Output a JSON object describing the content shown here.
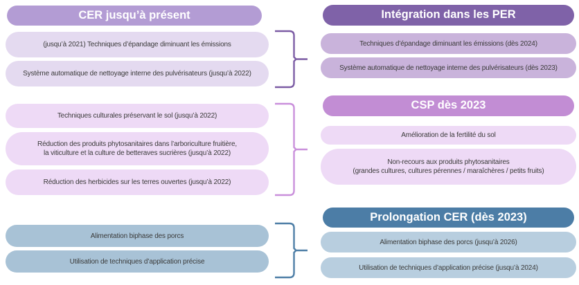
{
  "palette": {
    "left_header_bg": "#b39cd4",
    "per_header_bg": "#7f62a8",
    "csp_header_bg": "#c28dd4",
    "cer_header_bg": "#4c7da6",
    "left_per_box_bg": "#e4daf0",
    "left_csp_box_bg": "#eedaf6",
    "left_cer_box_bg": "#a8c2d6",
    "right_per_box_bg": "#c9b3db",
    "right_csp_box_bg": "#eedaf6",
    "right_cer_box_bg": "#b8cedf",
    "brace_per": "#7b5ba4",
    "brace_csp": "#c98fdb",
    "brace_cer": "#4c7da6",
    "box_text": "#3a3a39",
    "header_text": "#ffffff"
  },
  "left_column": {
    "header": "CER jusqu’à présent",
    "group_per": {
      "items": [
        "(jusqu’à 2021) Techniques d’épandage diminuant les émissions",
        "Système automatique de nettoyage interne des pulvérisateurs (jusqu’à 2022)"
      ]
    },
    "group_csp": {
      "items": [
        "Techniques culturales préservant le sol (jusqu’à 2022)",
        "Réduction des produits phytosanitaires dans l’arboriculture fruitière,\nla viticulture et la culture de betteraves sucrières (jusqu’à 2022)",
        "Réduction des herbicides sur les terres ouvertes (jusqu’à 2022)"
      ]
    },
    "group_cer": {
      "items": [
        "Alimentation biphase des porcs",
        "Utilisation de techniques d’application précise"
      ]
    }
  },
  "right_column": {
    "section_per": {
      "header": "Intégration dans les PER",
      "items": [
        "Techniques d’épandage diminuant les émissions (dès 2024)",
        "Système automatique de nettoyage interne des pulvérisateurs (dès 2023)"
      ]
    },
    "section_csp": {
      "header": "CSP dès 2023",
      "items": [
        "Amélioration de la fertilité du sol",
        "Non-recours aux produits phytosanitaires\n(grandes cultures, cultures pérennes / maraîchères / petits fruits)"
      ]
    },
    "section_cer": {
      "header": "Prolongation CER (dès 2023)",
      "items": [
        "Alimentation biphase des porcs (jusqu’à 2026)",
        "Utilisation de techniques d’application précise (jusqu’à 2024)"
      ]
    }
  }
}
